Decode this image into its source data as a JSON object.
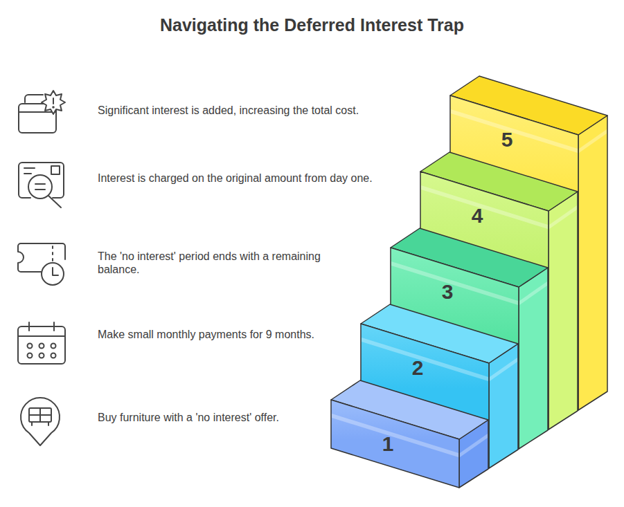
{
  "diagram": {
    "title": "Navigating the Deferred Interest Trap",
    "nodes": [
      {
        "text": [
          "1"
        ]
      },
      {
        "text": [
          "2"
        ]
      },
      {
        "text": [
          "3"
        ]
      },
      {
        "text": [
          "4"
        ]
      },
      {
        "text": [
          "5"
        ]
      }
    ],
    "labels": [
      "Significant interest is added, increasing the total cost.",
      "Interest is charged on the original amount from day one.",
      "The 'no interest' period ends with a remaining balance.",
      "Make small monthly payments for 9 months.",
      "Buy furniture with a 'no interest' offer."
    ]
  }
}
